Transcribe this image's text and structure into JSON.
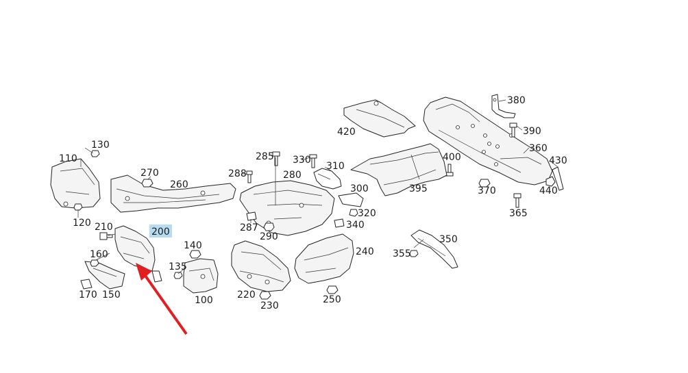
{
  "diagram": {
    "highlighted_part": "200",
    "arrow_color": "#e02020",
    "highlight_color": "#b7dcef",
    "part_numbers": {
      "p100": "100",
      "p110": "110",
      "p120": "120",
      "p130": "130",
      "p135": "135",
      "p140": "140",
      "p150": "150",
      "p160": "160",
      "p170": "170",
      "p200": "200",
      "p210": "210",
      "p220": "220",
      "p230": "230",
      "p240": "240",
      "p250": "250",
      "p260": "260",
      "p270": "270",
      "p280": "280",
      "p285": "285",
      "p287": "287",
      "p288": "288",
      "p290": "290",
      "p300": "300",
      "p310": "310",
      "p320": "320",
      "p330": "330",
      "p340": "340",
      "p350": "350",
      "p355": "355",
      "p360": "360",
      "p365": "365",
      "p370": "370",
      "p380": "380",
      "p390": "390",
      "p395": "395",
      "p400": "400",
      "p420": "420",
      "p430": "430",
      "p440": "440"
    }
  }
}
